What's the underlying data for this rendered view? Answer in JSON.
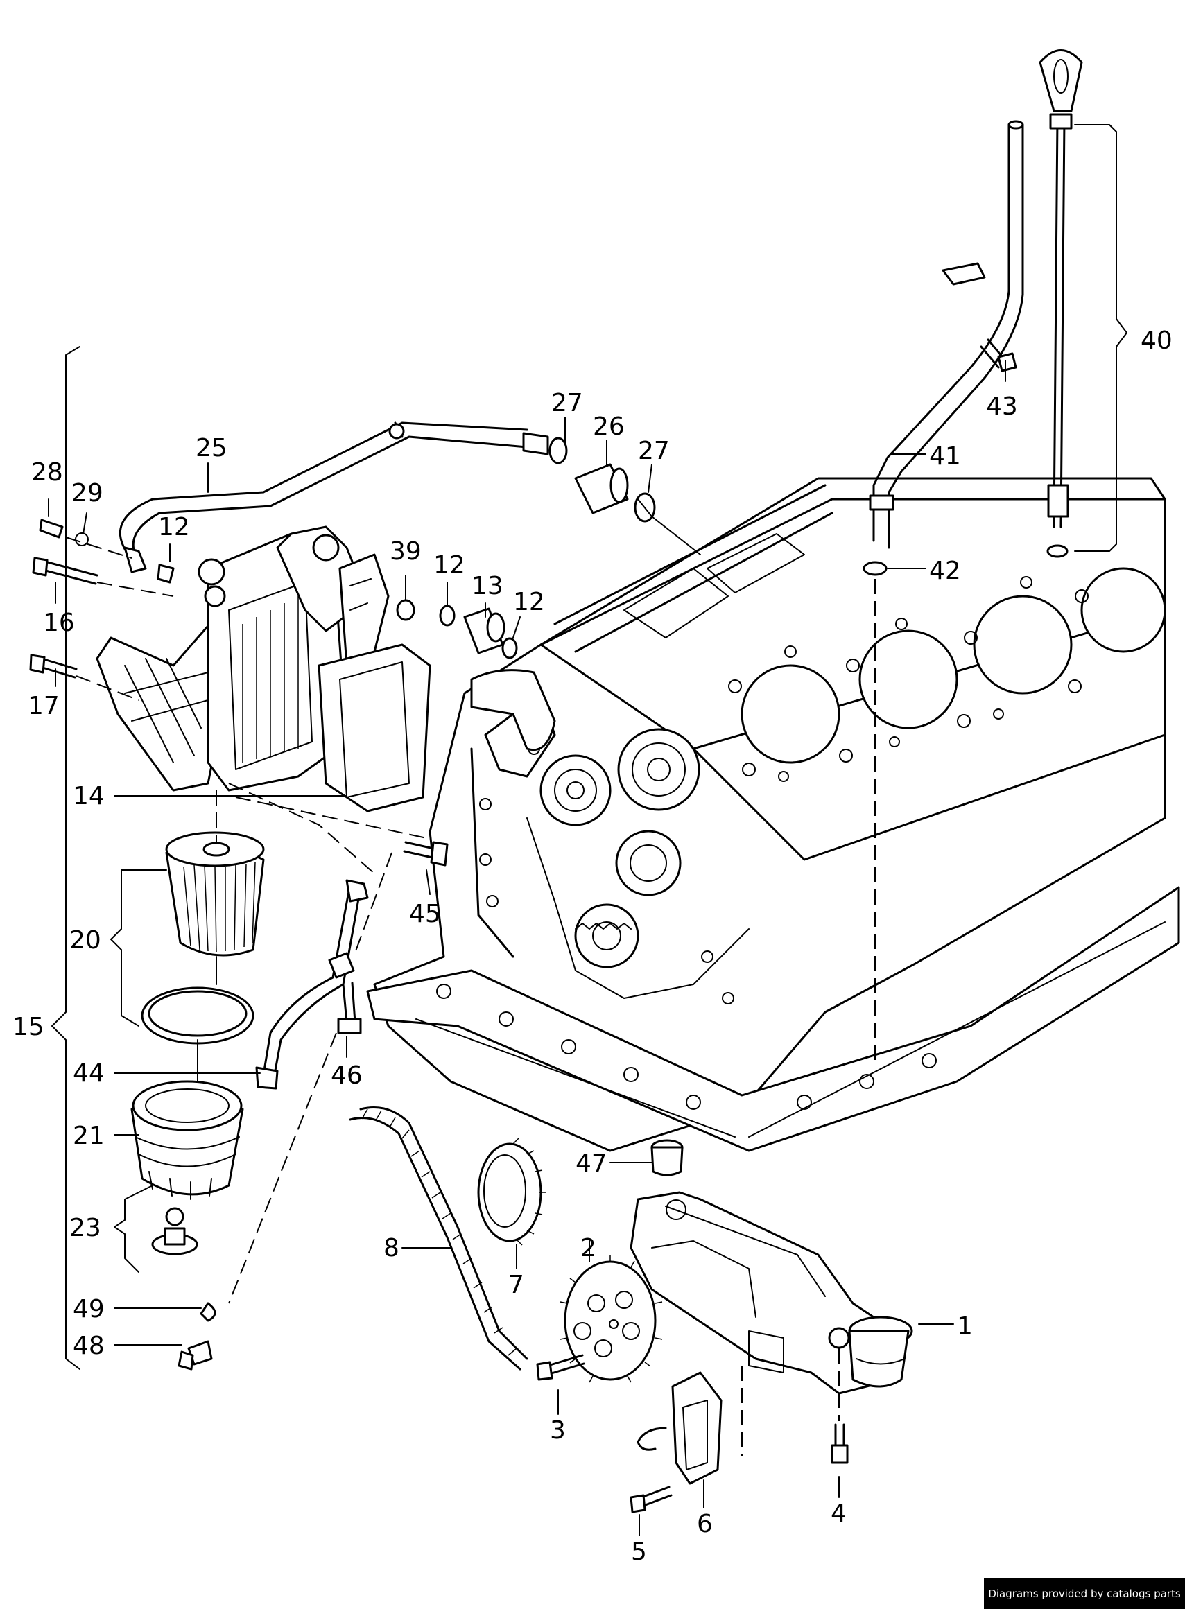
{
  "credit": "Diagrams provided by catalogs parts",
  "callouts": {
    "c1": "1",
    "c2": "2",
    "c3": "3",
    "c4": "4",
    "c5": "5",
    "c6": "6",
    "c7": "7",
    "c8": "8",
    "c12a": "12",
    "c12b": "12",
    "c12c": "12",
    "c13": "13",
    "c14": "14",
    "c15": "15",
    "c16": "16",
    "c17": "17",
    "c20": "20",
    "c21": "21",
    "c23": "23",
    "c25": "25",
    "c26": "26",
    "c27a": "27",
    "c27b": "27",
    "c28": "28",
    "c29": "29",
    "c39": "39",
    "c40": "40",
    "c41": "41",
    "c42": "42",
    "c43": "43",
    "c44": "44",
    "c45": "45",
    "c46": "46",
    "c47": "47",
    "c48": "48",
    "c49": "49"
  }
}
